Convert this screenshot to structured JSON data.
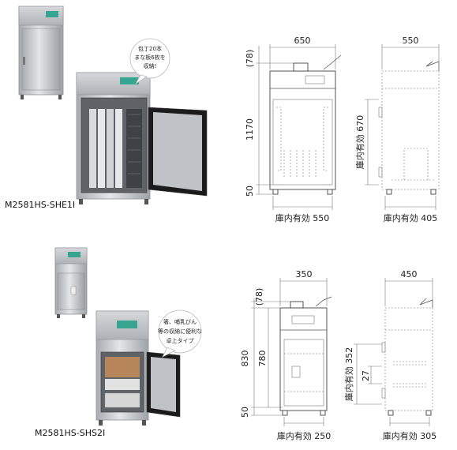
{
  "products": [
    {
      "model": "M2581HS-SHE1I",
      "note_lines": [
        "包丁20本",
        "まな板6枚を",
        "収納!"
      ],
      "front": {
        "width": "650",
        "top_offset": "(78)",
        "height": "1170",
        "base": "50",
        "inner_width_label": "庫内有効 550"
      },
      "side": {
        "depth": "550",
        "inner_height_label": "庫内有効 670",
        "inner_depth_label": "庫内有効 405"
      }
    },
    {
      "model": "M2581HS-SHS2I",
      "note_lines": [
        "箸、哺乳びん",
        "等の収納に便利な",
        "卓上タイプ"
      ],
      "front": {
        "width": "350",
        "top_offset": "(78)",
        "height": "830",
        "inner_height": "780",
        "base": "50",
        "inner_width_label": "庫内有効 250"
      },
      "side": {
        "depth": "450",
        "inner_height_label": "庫内有効 352",
        "shelf_gap": "27",
        "inner_depth_label": "庫内有効 305"
      }
    }
  ],
  "colors": {
    "steel": "#c9ccd0",
    "steel_dark": "#8d9298",
    "panel": "#37a58f",
    "door_inner": "#1b1b1b"
  }
}
